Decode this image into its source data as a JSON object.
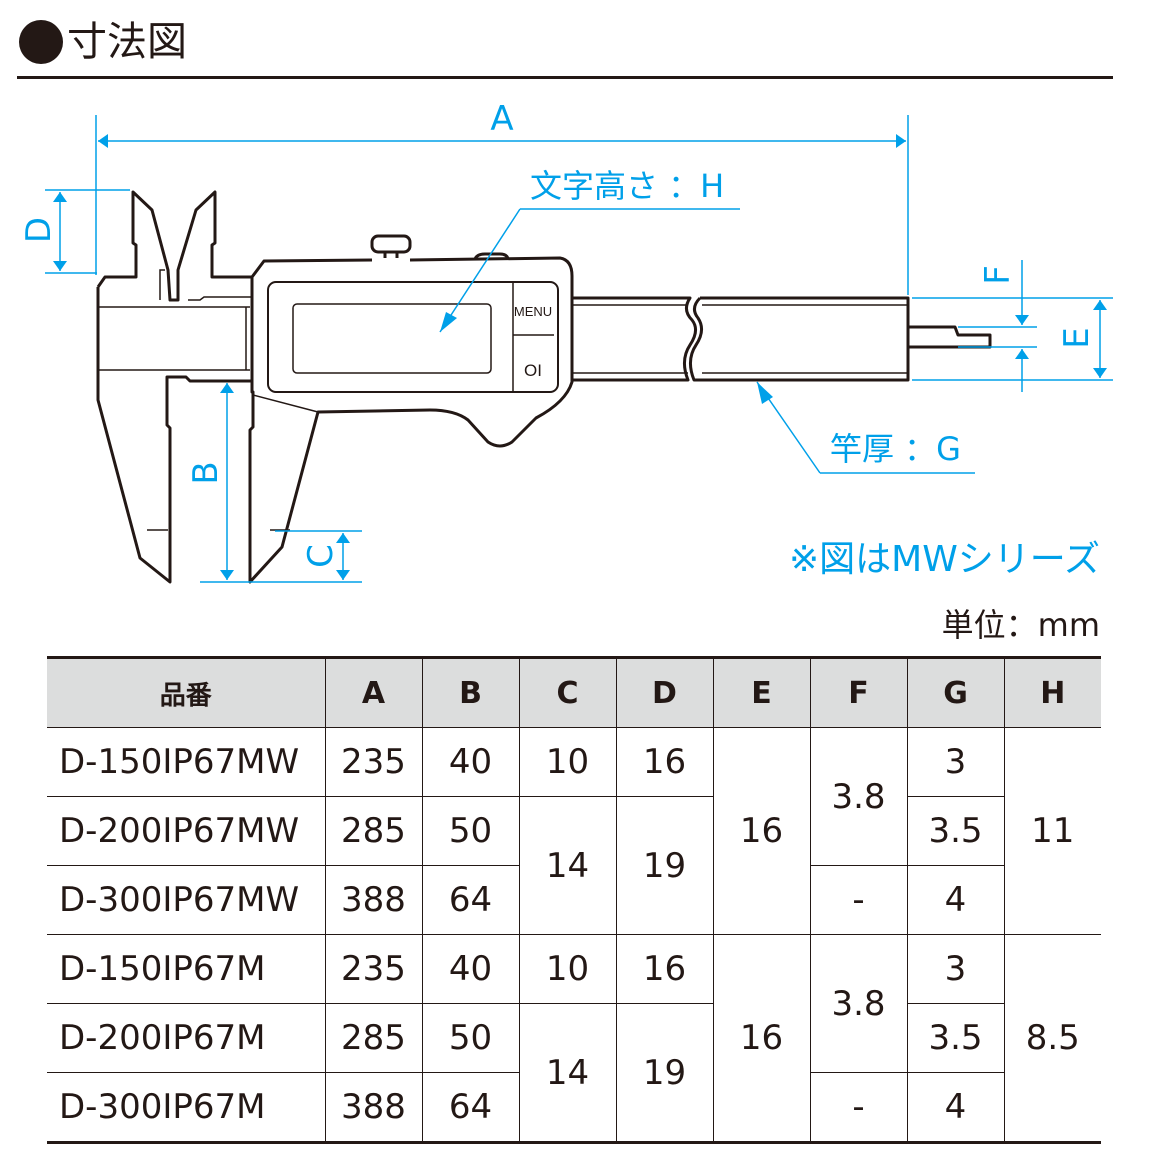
{
  "heading": {
    "title": "寸法図"
  },
  "diagram": {
    "labels": {
      "A": "A",
      "B": "B",
      "C": "C",
      "D": "D",
      "E": "E",
      "F": "F"
    },
    "char_height": "文字高さ ：H",
    "beam_thickness": "竿厚 ：G",
    "buttons": {
      "menu": "MENU",
      "power": "OI"
    },
    "accent_color": "#00a0e9"
  },
  "note": "※図はMWシリーズ",
  "unit": "単位：mm",
  "table": {
    "headers": [
      "品番",
      "A",
      "B",
      "C",
      "D",
      "E",
      "F",
      "G",
      "H"
    ],
    "groups": [
      {
        "models": [
          "D-150IP67MW",
          "D-200IP67MW",
          "D-300IP67MW"
        ],
        "A": [
          "235",
          "285",
          "388"
        ],
        "B": [
          "40",
          "50",
          "64"
        ],
        "C": [
          "10",
          "14"
        ],
        "D": [
          "16",
          "19"
        ],
        "E": "16",
        "F": [
          "3.8",
          "-"
        ],
        "G": [
          "3",
          "3.5",
          "4"
        ],
        "H": "11"
      },
      {
        "models": [
          "D-150IP67M",
          "D-200IP67M",
          "D-300IP67M"
        ],
        "A": [
          "235",
          "285",
          "388"
        ],
        "B": [
          "40",
          "50",
          "64"
        ],
        "C": [
          "10",
          "14"
        ],
        "D": [
          "16",
          "19"
        ],
        "E": "16",
        "F": [
          "3.8",
          "-"
        ],
        "G": [
          "3",
          "3.5",
          "4"
        ],
        "H": "8.5"
      }
    ]
  }
}
